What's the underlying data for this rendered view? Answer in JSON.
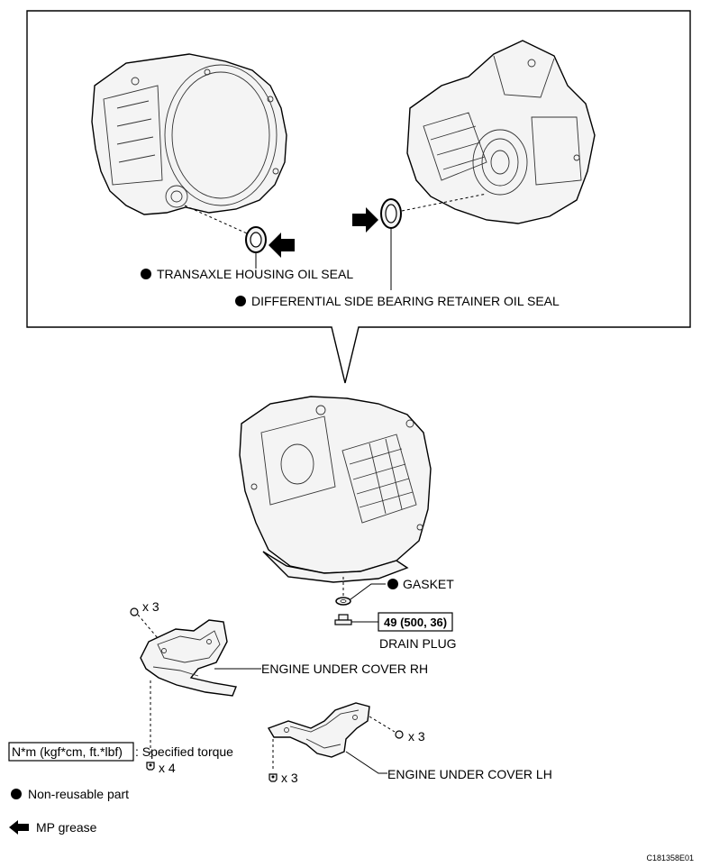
{
  "labels": {
    "transaxle_housing_oil_seal": "TRANSAXLE HOUSING OIL SEAL",
    "differential_oil_seal": "DIFFERENTIAL SIDE BEARING RETAINER OIL SEAL",
    "gasket": "GASKET",
    "drain_plug_torque": "49 (500, 36)",
    "drain_plug": "DRAIN PLUG",
    "engine_under_cover_rh": "ENGINE UNDER COVER RH",
    "engine_under_cover_lh": "ENGINE UNDER COVER LH",
    "rh_top_qty": "x 3",
    "rh_bottom_qty": "x 4",
    "lh_right_qty": "x 3",
    "lh_bottom_qty": "x 3"
  },
  "legend": {
    "torque_box": "N*m (kgf*cm, ft.*lbf)",
    "torque_desc": ": Specified torque",
    "non_reusable": "Non-reusable part",
    "mp_grease": "MP grease"
  },
  "figure_id": "C181358E01",
  "colors": {
    "ink": "#000000",
    "part_fill": "#f4f4f4",
    "background": "#ffffff"
  },
  "icons": {
    "non_reusable": "filled-circle",
    "grease": "arrow-left"
  }
}
